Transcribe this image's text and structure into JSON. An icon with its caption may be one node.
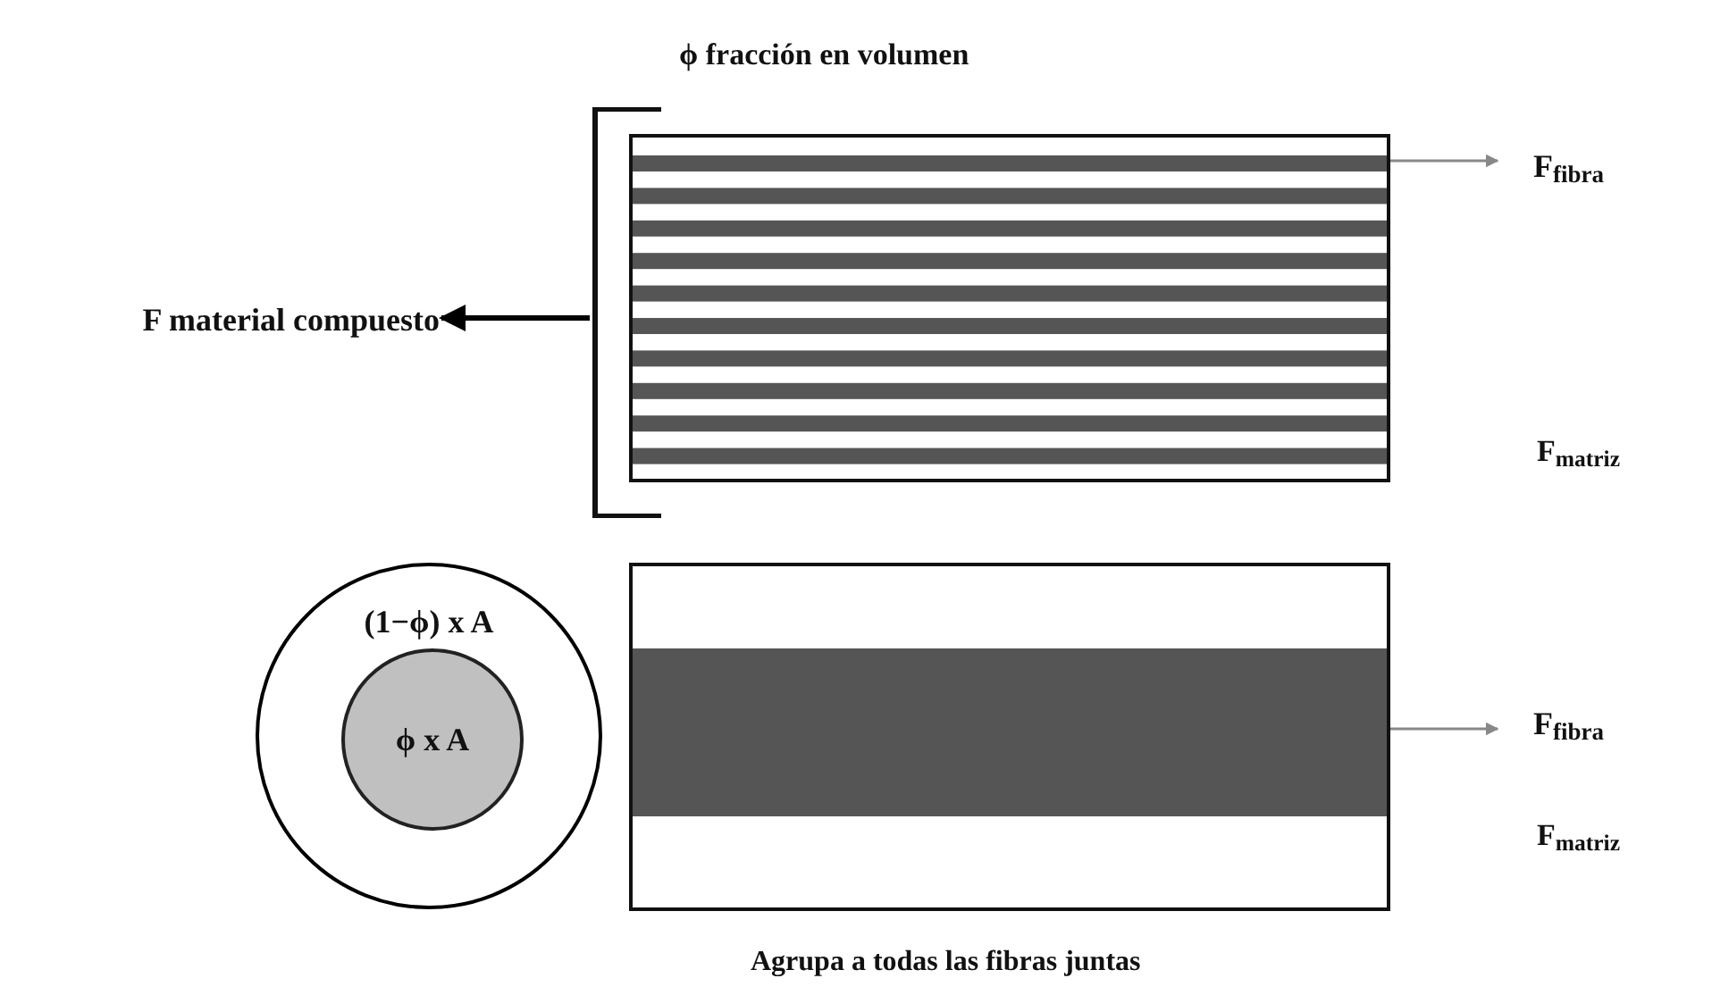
{
  "diagram": {
    "caption": "Agrupa a todas las fibras juntas",
    "nodes": [
      {
        "text": [],
        "shape": "box"
      },
      {
        "text": [],
        "shape": "bar"
      },
      {
        "text": [
          "F material compuesto"
        ]
      },
      {
        "text": [
          "F$_{fibra}$"
        ]
      },
      {
        "text": [],
        "shape": "box"
      },
      {
        "text": [
          "F$_{fibra}$"
        ]
      },
      {
        "text": [
          "(1−ϕ) x A"
        ]
      },
      {
        "text": [
          "ϕ x A"
        ],
        "in": 6
      }
    ],
    "edges": [
      {
        "from": 1,
        "to": 2,
        "arrow": "to",
        "style": "thick",
        "color": "#000000"
      },
      {
        "from": 0,
        "to": 3,
        "arrow": "to"
      },
      {
        "from": 4,
        "to": 5,
        "arrow": "to"
      }
    ],
    "labels": [
      "ϕ fracción en volumen",
      "F$_{matriz}$",
      "F$_{matriz}$"
    ]
  }
}
